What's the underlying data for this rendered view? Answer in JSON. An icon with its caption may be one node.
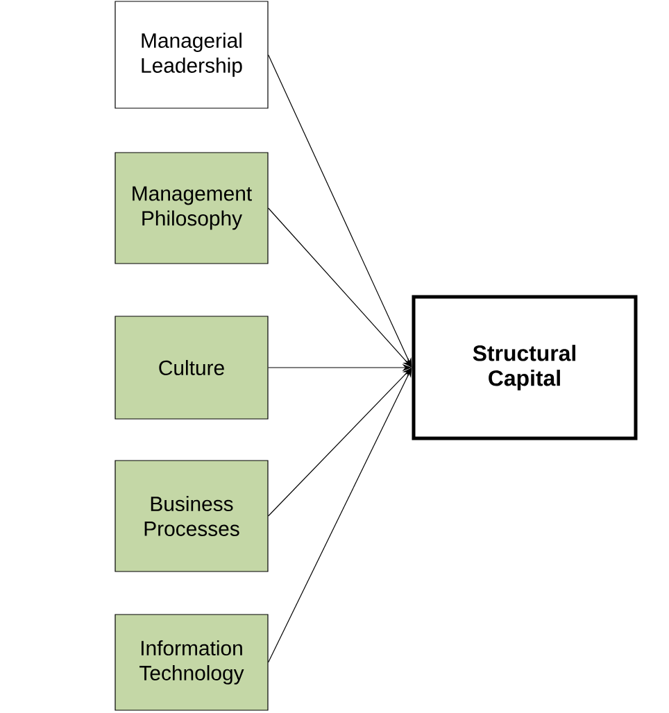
{
  "diagram": {
    "nodes": [
      {
        "text": [
          "Managerial Leadership"
        ]
      },
      {
        "text": [
          "Management Philosophy"
        ]
      },
      {
        "text": [
          "Culture"
        ]
      },
      {
        "text": [
          "Business Processes"
        ]
      },
      {
        "text": [
          "Information Technology"
        ]
      },
      {
        "text": [
          "Structural Capital"
        ]
      }
    ],
    "edges": [
      {
        "from": 0,
        "to": 5,
        "arrow": "to"
      },
      {
        "from": 1,
        "to": 5,
        "arrow": "to"
      },
      {
        "from": 2,
        "to": 5,
        "arrow": "to"
      },
      {
        "from": 3,
        "to": 5,
        "arrow": "to"
      },
      {
        "from": 4,
        "to": 5,
        "arrow": "to"
      }
    ]
  }
}
